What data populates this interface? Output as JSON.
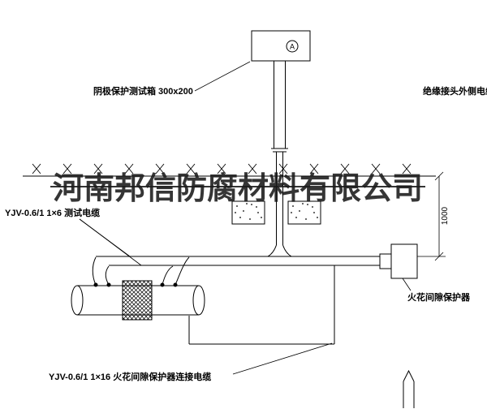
{
  "diagram": {
    "watermark": "河南邦信防腐材料有限公司",
    "labels": {
      "test_box": "阴极保护测试箱 300x200",
      "insulated_joint_cable": "绝缘接头外侧电缆",
      "test_cable": "YJV-0.6/1 1×6  测试电缆",
      "spark_gap_protector": "火花间隙保护器",
      "spark_gap_cable": "YJV-0.6/1 1×16  火花间隙保护器连接电缆",
      "dimension": "1000",
      "meter_symbol": "A"
    },
    "colors": {
      "line": "#000000",
      "background": "#ffffff",
      "watermark": "#1a1a1a"
    }
  }
}
